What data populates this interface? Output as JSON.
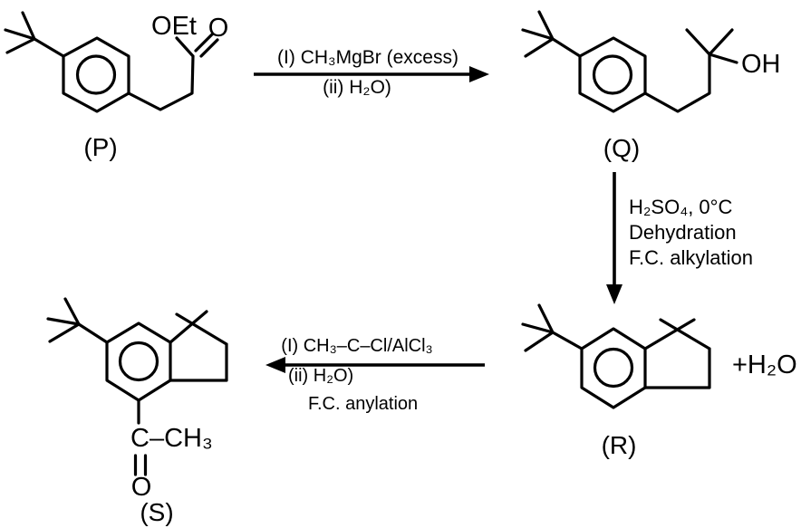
{
  "colors": {
    "ink": "#000000",
    "background": "#ffffff"
  },
  "structures": {
    "P": {
      "label": "(P)",
      "ester_label": "OEt",
      "carbonyl_o_label": "O"
    },
    "Q": {
      "label": "(Q)",
      "hydroxyl_label": "OH"
    },
    "R": {
      "label": "(R)",
      "water_byproduct_label": "+H₂O"
    },
    "S": {
      "label": "(S)",
      "acetyl_label": "C–CH₃",
      "ketone_o_label": "O"
    }
  },
  "steps": {
    "p_to_q": {
      "reagent_line1": "(I) CH₃MgBr (excess)",
      "reagent_line2": "(ii) H₂O)"
    },
    "q_to_r": {
      "reagent_line1": "H₂SO₄, 0°C",
      "reagent_line2": "Dehydration",
      "reagent_line3": "F.C. alkylation"
    },
    "r_to_s": {
      "reagent_line1": "(I) CH₃–C–Cl/AlCl₃",
      "reagent_line2": "(ii) H₂O)",
      "reagent_line3": "F.C. anylation"
    }
  }
}
